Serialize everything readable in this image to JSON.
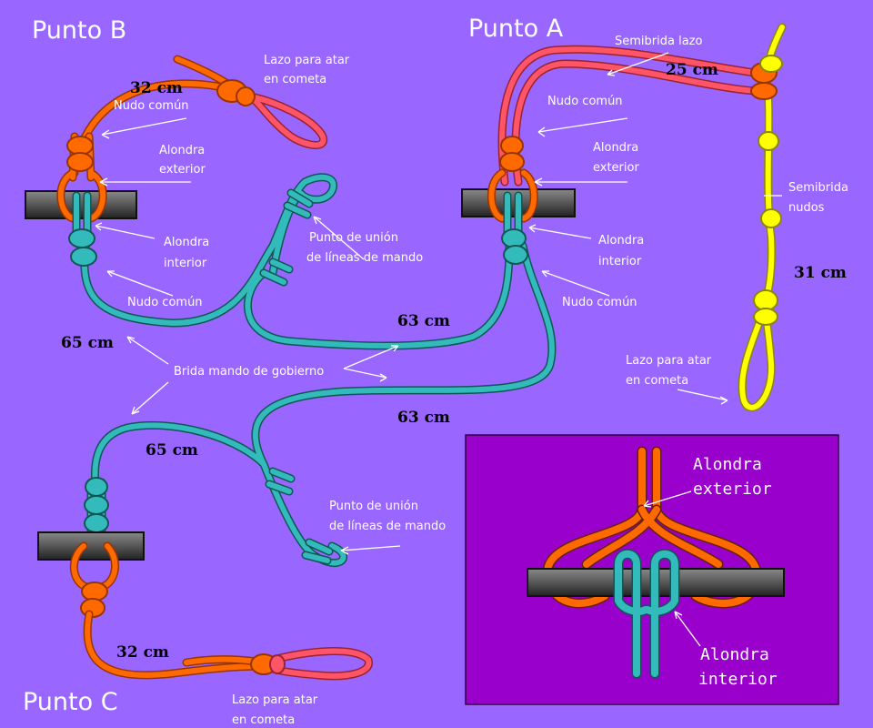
{
  "points": {
    "a": "Punto A",
    "b": "Punto B",
    "c": "Punto C"
  },
  "labels": {
    "lazo_b_1": "Lazo para atar",
    "lazo_b_2": "en cometa",
    "nudo_comun": "Nudo común",
    "alondra": "Alondra",
    "exterior": "exterior",
    "interior": "interior",
    "punto_union_1": "Punto de unión",
    "punto_union_2": "de líneas de mando",
    "brida_mando": "Brida mando de gobierno",
    "semibrida_lazo": "Semibrida lazo",
    "semibrida": "Semibrida",
    "nudos": "nudos",
    "lazo_a_1": "Lazo para atar",
    "lazo_a_2": "en cometa",
    "lazo_c_1": "Lazo para atar",
    "lazo_c_2": "en cometa"
  },
  "lengths": {
    "b_orange": "32 cm",
    "b_cyan": "65 cm",
    "a_red": "25 cm",
    "a_yellow": "31 cm",
    "mid_top": "63 cm",
    "mid_bottom": "63 cm",
    "c_cyan": "65 cm",
    "c_orange": "32 cm"
  },
  "inset": {
    "alondra_ext_1": "Alondra",
    "alondra_ext_2": "exterior",
    "alondra_int_1": "Alondra",
    "alondra_int_2": "interior"
  },
  "colors": {
    "background": "#9966ff",
    "inset_bg": "#9900cc",
    "orange_rope": "#ff6a00",
    "cyan_rope": "#33bbbb",
    "red_rope": "#ff5566",
    "yellow_rope": "#ffff00",
    "bar": "#555555"
  }
}
